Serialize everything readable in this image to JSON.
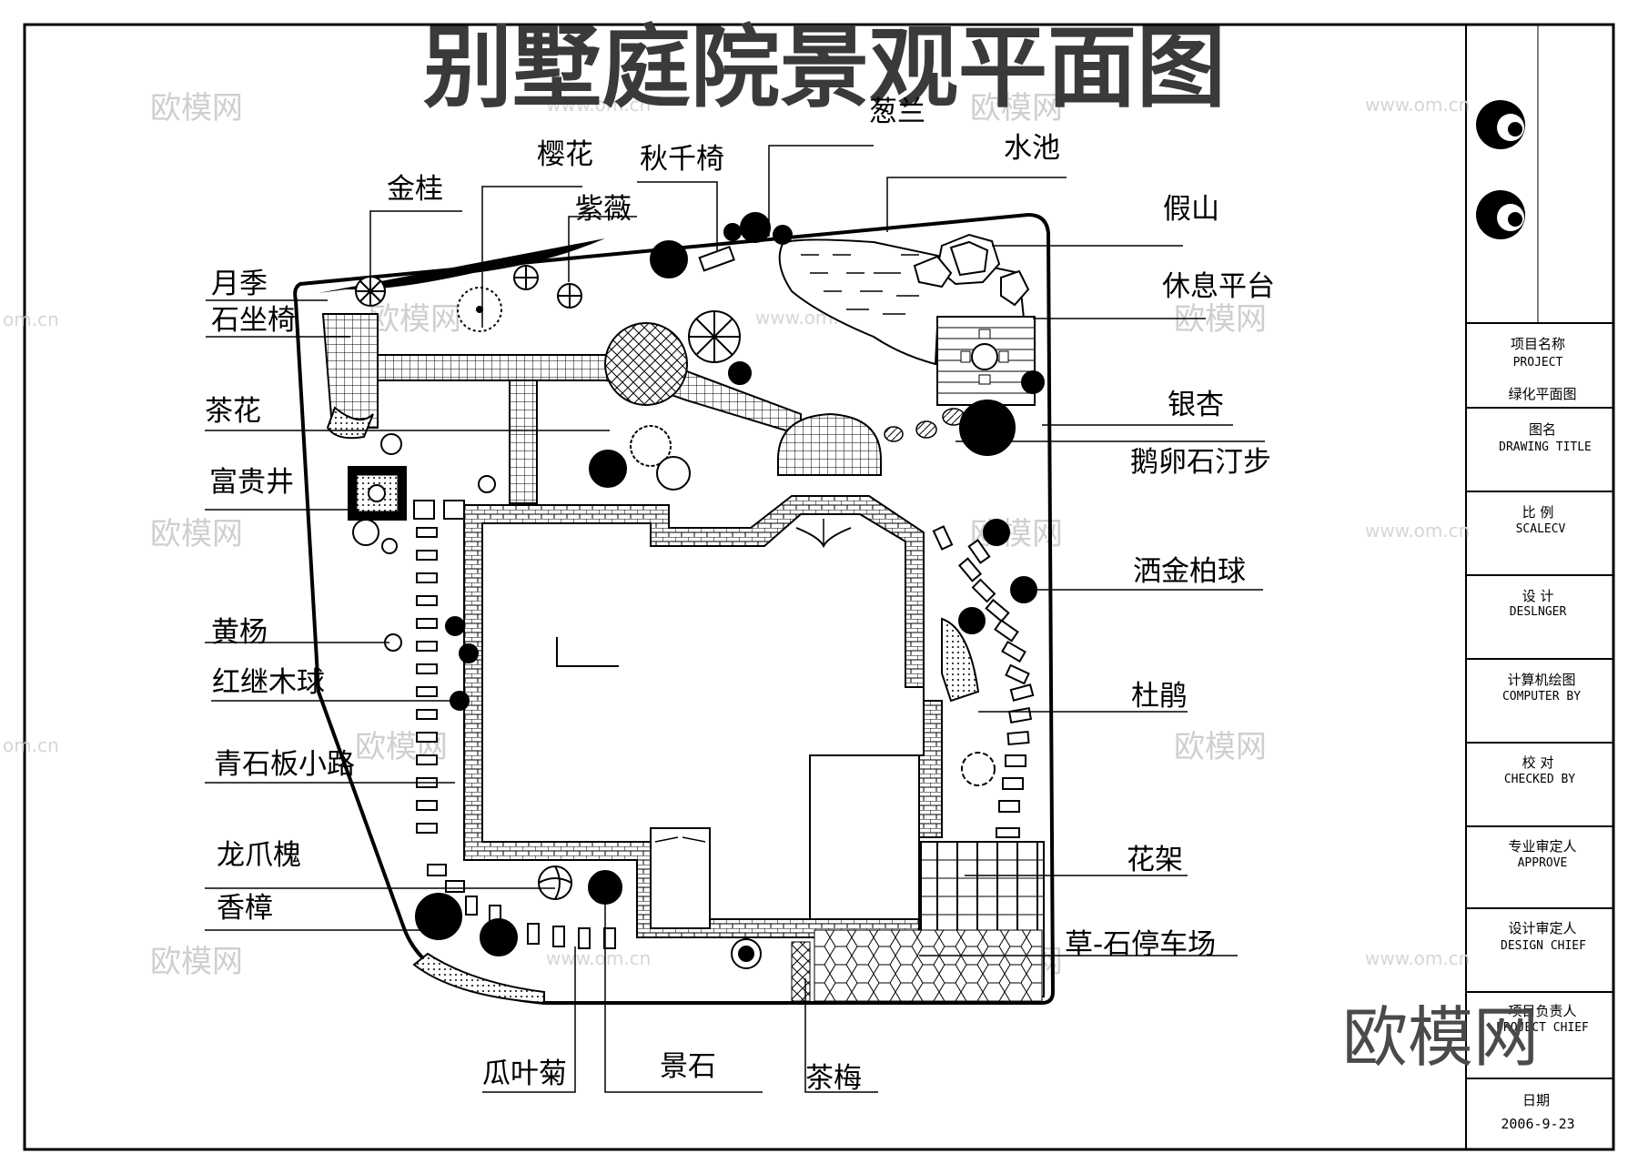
{
  "title": "别墅庭院景观平面图",
  "labels": {
    "congsan": "葱兰",
    "yinghua": "樱花",
    "qiuqianyi": "秋千椅",
    "shuichi": "水池",
    "jingui": "金桂",
    "ziwei": "紫薇",
    "jiashan": "假山",
    "yueji": "月季",
    "shizuoyi": "石坐椅",
    "xiuxipingtai": "休息平台",
    "chahua": "茶花",
    "yinxing": "银杏",
    "eluanshi": "鹅卵石汀步",
    "fuguijing": "富贵井",
    "sajinbai": "洒金柏球",
    "huangyang": "黄杨",
    "hongjimu": "红继木球",
    "dujuan": "杜鹃",
    "qingshiban": "青石板小路",
    "longzhuahuai": "龙爪槐",
    "huajia": "花架",
    "xiangzhang": "香樟",
    "caoshi": "草-石停车场",
    "guayeju": "瓜叶菊",
    "jingshi": "景石",
    "chamei": "茶梅"
  },
  "title_block": {
    "project_cn": "项目名称",
    "project_en": "PROJECT",
    "project_value": "绿化平面图",
    "drawing_title_cn": "图名",
    "drawing_title_en": "DRAWING TITLE",
    "scale_cn": "比  例",
    "scale_en": "SCALECV",
    "design_cn": "设  计",
    "design_en": "DESLNGER",
    "computer_cn": "计算机绘图",
    "computer_en": "COMPUTER BY",
    "checked_cn": "校  对",
    "checked_en": "CHECKED BY",
    "approve_cn": "专业审定人",
    "approve_en": "APPROVE",
    "chief_cn": "设计审定人",
    "chief_en": "DESIGN CHIEF",
    "pchief_cn": "项目负责人",
    "pchief_en": "PROJECT CHIEF",
    "date_cn": "日期",
    "date_value": "2006-9-23"
  },
  "watermark": {
    "brand": "欧模网",
    "url": "www.om.cn",
    "url_short": "om.cn"
  }
}
